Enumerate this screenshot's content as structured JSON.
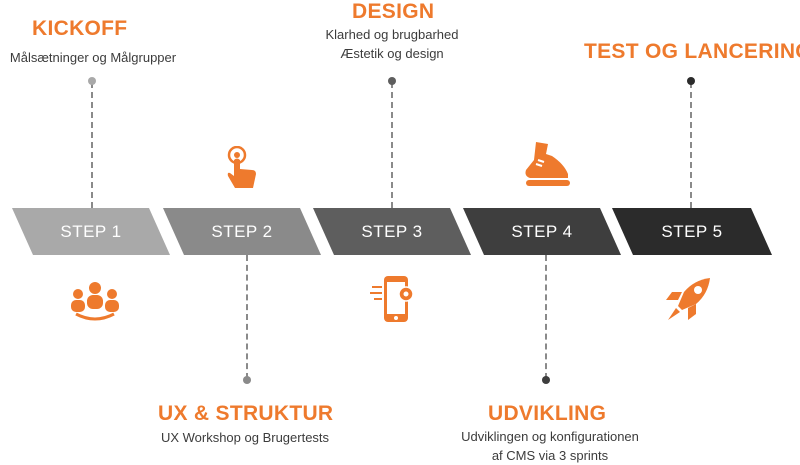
{
  "colors": {
    "accent": "#ee7a2d"
  },
  "steps": [
    {
      "label": "STEP 1",
      "color": "#a9a9a9"
    },
    {
      "label": "STEP 2",
      "color": "#8a8a8a"
    },
    {
      "label": "STEP 3",
      "color": "#5e5e5e"
    },
    {
      "label": "STEP 4",
      "color": "#3e3e3e"
    },
    {
      "label": "STEP 5",
      "color": "#2b2b2b"
    }
  ],
  "phases": {
    "kickoff": {
      "title": "KICKOFF",
      "lines": [
        "Målsætninger og Målgrupper"
      ],
      "icon": "team-icon"
    },
    "ux": {
      "title": "UX & STRUKTUR",
      "lines": [
        "UX Workshop og Brugertests"
      ],
      "icon": "touch-hand-icon"
    },
    "design": {
      "title": "DESIGN",
      "lines": [
        "Klarhed og brugbarhed",
        "Æstetik og design"
      ],
      "icon": "mobile-settings-icon"
    },
    "udvikling": {
      "title": "UDVIKLING",
      "lines": [
        "Udviklingen og konfigurationen",
        "af CMS via 3 sprints"
      ],
      "icon": "running-shoe-icon"
    },
    "test": {
      "title": "TEST OG LANCERING",
      "lines": [],
      "icon": "rocket-icon"
    }
  }
}
